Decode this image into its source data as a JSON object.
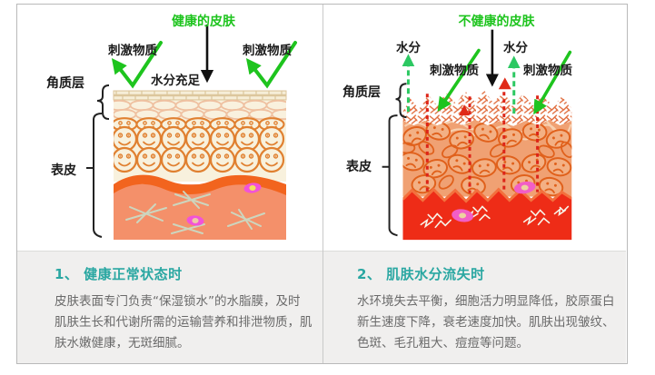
{
  "colors": {
    "label_green": "#1ec41e",
    "title_teal": "#2aa7a2",
    "body_text": "#6a6a6a",
    "caption_bg": "#f0efee",
    "frame_border": "#b9b9b9",
    "warning_red": "#dd2418"
  },
  "left_diagram": {
    "title": "健康的皮肤",
    "irritant_left": "刺激物质",
    "irritant_right": "刺激物质",
    "moisture_label": "水分充足",
    "stratum_corneum_label": "角质层",
    "epidermis_label": "表皮"
  },
  "right_diagram": {
    "title": "不健康的皮肤",
    "water_left": "水分",
    "water_right": "水分",
    "irritant_left": "刺激物质",
    "irritant_right": "刺激物质",
    "stratum_corneum_label": "角质层",
    "epidermis_label": "表皮"
  },
  "captions": {
    "left": {
      "title": "1、 健康正常状态时",
      "lines": [
        "皮肤表面专门负责“保湿锁水”的水脂膜，及时",
        "肌肤生长和代谢所需的运输营养和排泄物质，肌",
        "肤水嫩健康，无斑细腻。"
      ]
    },
    "right": {
      "title": "2、 肌肤水分流失时",
      "lines": [
        "水环境失去平衡，细胞活力明显降低，胶原蛋白",
        "新生速度下降，衰老速度加快。肌肤出现皱纹、",
        "色斑、毛孔粗大、痘痘等问题。"
      ]
    }
  }
}
